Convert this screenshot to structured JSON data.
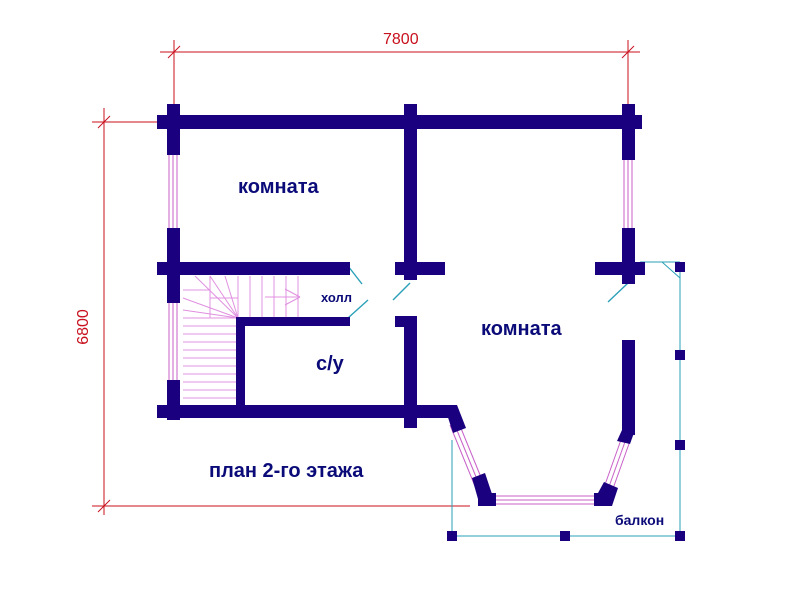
{
  "dimensions": {
    "width": "7800",
    "height": "6800"
  },
  "labels": {
    "room_top": "комната",
    "room_right": "комната",
    "hall": "холл",
    "bathroom": "с/у",
    "balcony": "балкон",
    "plan_title": "план 2-го этажа"
  },
  "colors": {
    "wall": "#1a007e",
    "dimension": "#c8101e",
    "window": "#c860c8",
    "stairs": "#e090e0",
    "door": "#2aa0b8",
    "text": "#0a0a78"
  }
}
